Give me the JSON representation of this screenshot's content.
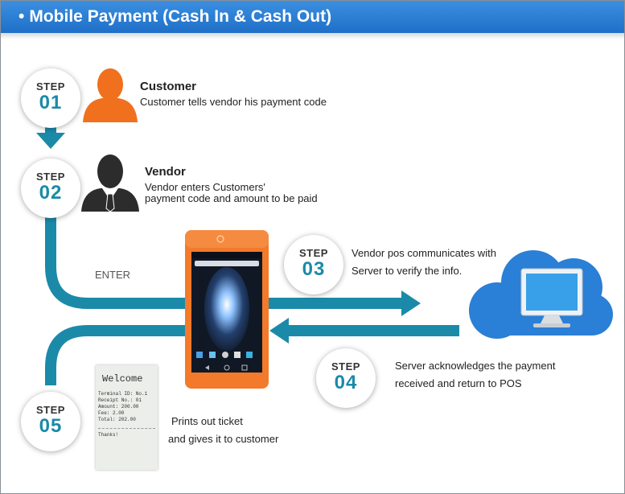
{
  "header": {
    "bullet": "•",
    "title": "Mobile Payment (Cash In & Cash Out)"
  },
  "steps": [
    {
      "label": "STEP",
      "num": "01",
      "title": "Customer",
      "text": [
        "Customer tells vendor  his payment code"
      ]
    },
    {
      "label": "STEP",
      "num": "02",
      "title": "Vendor",
      "text": [
        "Vendor enters Customers'",
        "payment code and amount to be paid"
      ]
    },
    {
      "label": "STEP",
      "num": "03",
      "text": [
        "Vendor pos communicates with",
        "Server to verify the info."
      ]
    },
    {
      "label": "STEP",
      "num": "04",
      "text": [
        "Server acknowledges the payment",
        "received and return to POS"
      ]
    },
    {
      "label": "STEP",
      "num": "05",
      "text": [
        "Prints out ticket",
        "and gives it to customer"
      ]
    }
  ],
  "enter_label": "ENTER",
  "receipt": {
    "heading": "Welcome",
    "lines": [
      "Terminal ID: No.1",
      "Receipt No.: 01",
      "Amount: 200.00",
      "Fee: 2.00",
      "Total: 202.00",
      "Thanks!"
    ]
  },
  "colors": {
    "flow": "#1b8aa8",
    "customer": "#f0701e",
    "vendor": "#2c2c2c",
    "cloud": "#2a7fd6",
    "pos": "#f27a2a",
    "header": "#2a7fd6"
  }
}
